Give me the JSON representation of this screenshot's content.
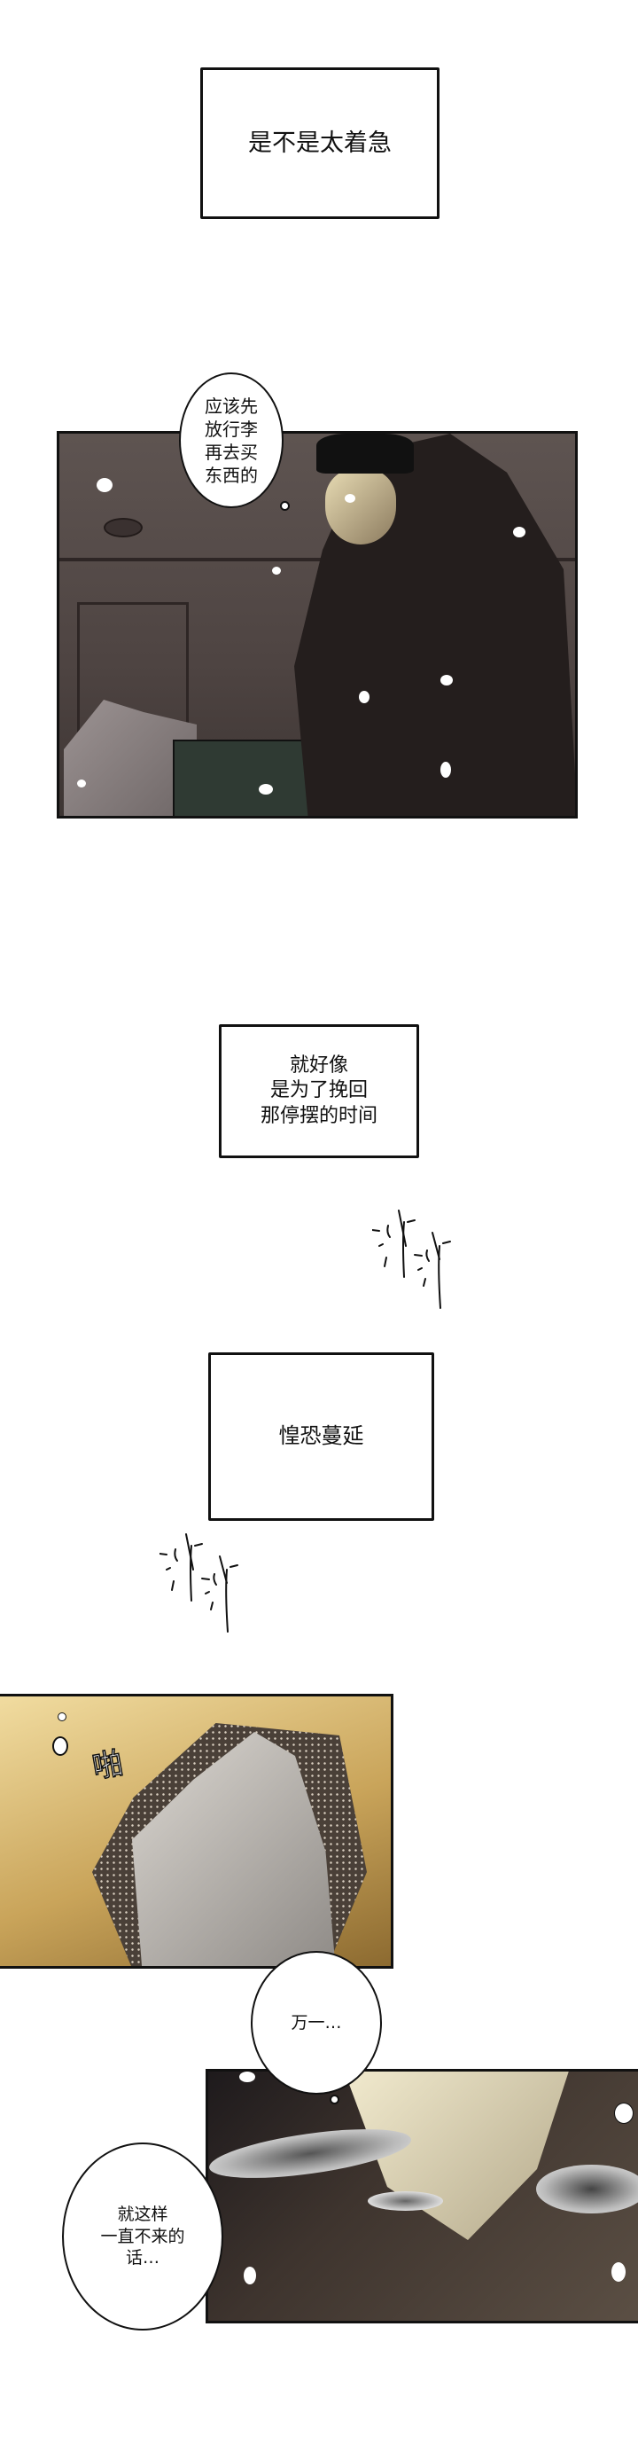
{
  "captions": [
    {
      "text": "是不是太着急"
    },
    {
      "text": "就好像\n是为了挽回\n那停摆的时间"
    },
    {
      "text": "惶恐蔓延"
    }
  ],
  "bubbles": [
    {
      "text": "应该先\n放行李\n再去买\n东西的"
    },
    {
      "text": "万一…"
    },
    {
      "text": "就这样\n一直不来的\n话…"
    }
  ],
  "sound_effects": [
    "啪"
  ],
  "colors": {
    "panel1_bg": "#5a4f4c",
    "panel2_bg": "#c9a45a",
    "panel3_bg": "#3a302c",
    "border": "#111111"
  }
}
